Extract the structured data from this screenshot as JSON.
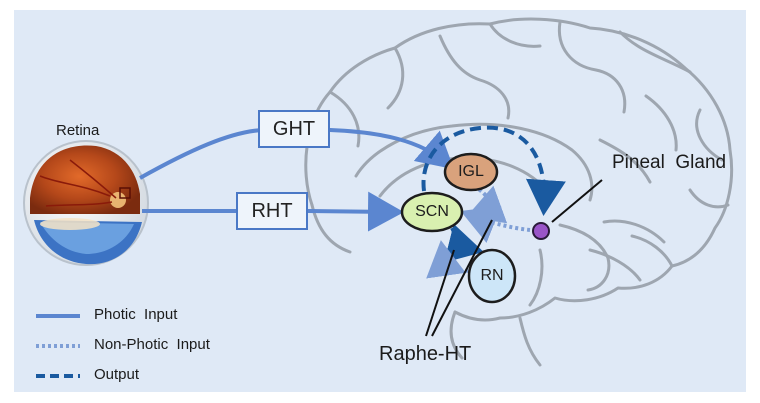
{
  "retina_label": "Retina",
  "tracts": {
    "ght": "GHT",
    "rht": "RHT"
  },
  "nodes": {
    "igl": "IGL",
    "scn": "SCN",
    "rn": "RN"
  },
  "labels": {
    "pineal": "Pineal  Gland",
    "raphe": "Raphe-HT"
  },
  "legend": [
    {
      "label": "Photic  Input",
      "style": "solid"
    },
    {
      "label": "Non-Photic  Input",
      "style": "dotted"
    },
    {
      "label": "Output",
      "style": "dashed"
    }
  ],
  "colors": {
    "background": "#dfe9f6",
    "brain_outline": "#9ea6b0",
    "photic": "#5b86d0",
    "non_photic": "#7f9fd6",
    "output": "#1a5aa0",
    "igl_fill": "#d9a27c",
    "scn_fill": "#d9f0b0",
    "rn_fill": "#cde6f8",
    "pineal_fill": "#9a55c8"
  }
}
